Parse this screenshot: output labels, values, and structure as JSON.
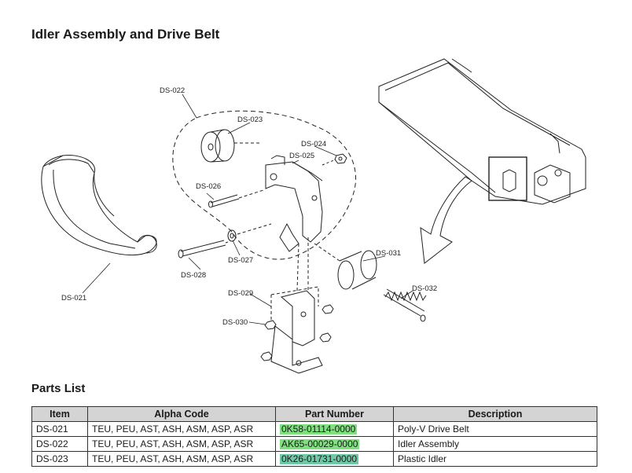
{
  "page": {
    "title": "Idler Assembly and Drive Belt",
    "subtitle": "Parts List"
  },
  "diagram": {
    "callouts": {
      "ds021": "DS-021",
      "ds022": "DS-022",
      "ds023": "DS-023",
      "ds024": "DS-024",
      "ds025": "DS-025",
      "ds026": "DS-026",
      "ds027": "DS-027",
      "ds028": "DS-028",
      "ds029": "DS-029",
      "ds030": "DS-030",
      "ds031": "DS-031",
      "ds032": "DS-032"
    }
  },
  "table": {
    "headers": [
      "Item",
      "Alpha Code",
      "Part Number",
      "Description"
    ],
    "rows": [
      {
        "item": "DS-021",
        "alpha": "TEU, PEU, AST, ASH, ASM, ASP, ASR",
        "part": "0K58-01114-0000",
        "desc": "Poly-V Drive Belt",
        "highlight": "#7ee07e"
      },
      {
        "item": "DS-022",
        "alpha": "TEU, PEU, AST, ASH, ASM, ASP, ASR",
        "part": "AK65-00029-0000",
        "desc": "Idler Assembly",
        "highlight": "#7ee07e"
      },
      {
        "item": "DS-023",
        "alpha": "TEU, PEU, AST, ASH, ASM, ASP, ASR",
        "part": "0K26-01731-0000",
        "desc": "Plastic Idler",
        "highlight": "#6fc8a6"
      }
    ]
  }
}
